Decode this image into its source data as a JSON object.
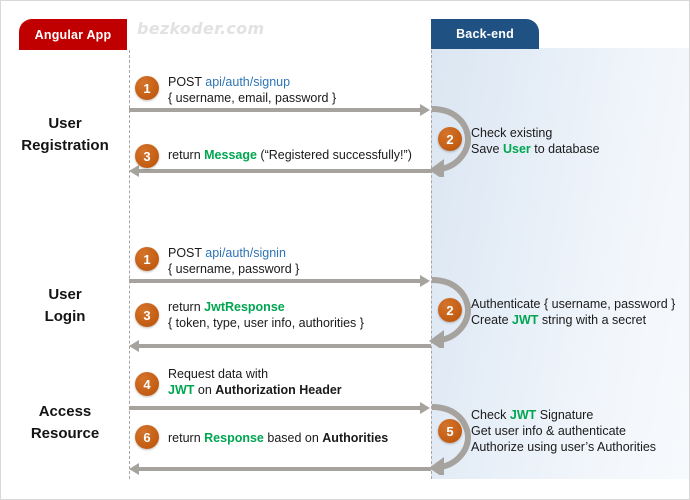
{
  "diagram": {
    "watermark": "bezkoder.com",
    "actors": {
      "client": "Angular App",
      "server": "Back-end"
    },
    "colors": {
      "client_box": "#c00000",
      "server_box": "#1f5183",
      "lane_bg": "#e6eef7",
      "badge": "#c15a11",
      "arrow": "#a6a29e",
      "link_blue": "#2e75b6",
      "keyword_green": "#00a650"
    },
    "stages": [
      {
        "id": "user-registration",
        "line1": "User",
        "line2": "Registration"
      },
      {
        "id": "user-login",
        "line1": "User",
        "line2": "Login"
      },
      {
        "id": "access-resource",
        "line1": "Access",
        "line2": "Resource"
      }
    ],
    "steps": [
      {
        "number": "1",
        "direction": "request",
        "stage": "user-registration",
        "lines": [
          [
            {
              "t": "POST ",
              "s": "plain"
            },
            {
              "t": "api/auth/signup",
              "s": "blue"
            }
          ],
          [
            {
              "t": "{ username, email, password }",
              "s": "plain"
            }
          ]
        ]
      },
      {
        "number": "2",
        "direction": "server",
        "stage": "user-registration",
        "lines": [
          [
            {
              "t": "Check existing",
              "s": "plain"
            }
          ],
          [
            {
              "t": "Save ",
              "s": "plain"
            },
            {
              "t": "User",
              "s": "green"
            },
            {
              "t": " to database",
              "s": "plain"
            }
          ]
        ]
      },
      {
        "number": "3",
        "direction": "response",
        "stage": "user-registration",
        "lines": [
          [
            {
              "t": "return ",
              "s": "plain"
            },
            {
              "t": "Message",
              "s": "green"
            },
            {
              "t": " (“Registered successfully!”)",
              "s": "plain"
            }
          ]
        ]
      },
      {
        "number": "1",
        "direction": "request",
        "stage": "user-login",
        "lines": [
          [
            {
              "t": "POST ",
              "s": "plain"
            },
            {
              "t": "api/auth/signin",
              "s": "blue"
            }
          ],
          [
            {
              "t": "{ username, password }",
              "s": "plain"
            }
          ]
        ]
      },
      {
        "number": "2",
        "direction": "server",
        "stage": "user-login",
        "lines": [
          [
            {
              "t": "Authenticate { username, password }",
              "s": "plain"
            }
          ],
          [
            {
              "t": "Create ",
              "s": "plain"
            },
            {
              "t": "JWT",
              "s": "green"
            },
            {
              "t": " string with a secret",
              "s": "plain"
            }
          ]
        ]
      },
      {
        "number": "3",
        "direction": "response",
        "stage": "user-login",
        "lines": [
          [
            {
              "t": "return ",
              "s": "plain"
            },
            {
              "t": "JwtResponse",
              "s": "green"
            }
          ],
          [
            {
              "t": "{ token, type, user info, authorities }",
              "s": "plain"
            }
          ]
        ]
      },
      {
        "number": "4",
        "direction": "request",
        "stage": "access-resource",
        "lines": [
          [
            {
              "t": "Request  data with",
              "s": "plain"
            }
          ],
          [
            {
              "t": "JWT",
              "s": "green"
            },
            {
              "t": " on ",
              "s": "plain"
            },
            {
              "t": "Authorization Header",
              "s": "bold"
            }
          ]
        ]
      },
      {
        "number": "5",
        "direction": "server",
        "stage": "access-resource",
        "lines": [
          [
            {
              "t": "Check ",
              "s": "plain"
            },
            {
              "t": "JWT",
              "s": "green"
            },
            {
              "t": " Signature",
              "s": "plain"
            }
          ],
          [
            {
              "t": "Get user info & authenticate",
              "s": "plain"
            }
          ],
          [
            {
              "t": "Authorize using user’s Authorities",
              "s": "plain"
            }
          ]
        ]
      },
      {
        "number": "6",
        "direction": "response",
        "stage": "access-resource",
        "lines": [
          [
            {
              "t": "return ",
              "s": "plain"
            },
            {
              "t": "Response",
              "s": "green"
            },
            {
              "t": " based on ",
              "s": "plain"
            },
            {
              "t": "Authorities",
              "s": "bold"
            }
          ]
        ]
      }
    ]
  }
}
